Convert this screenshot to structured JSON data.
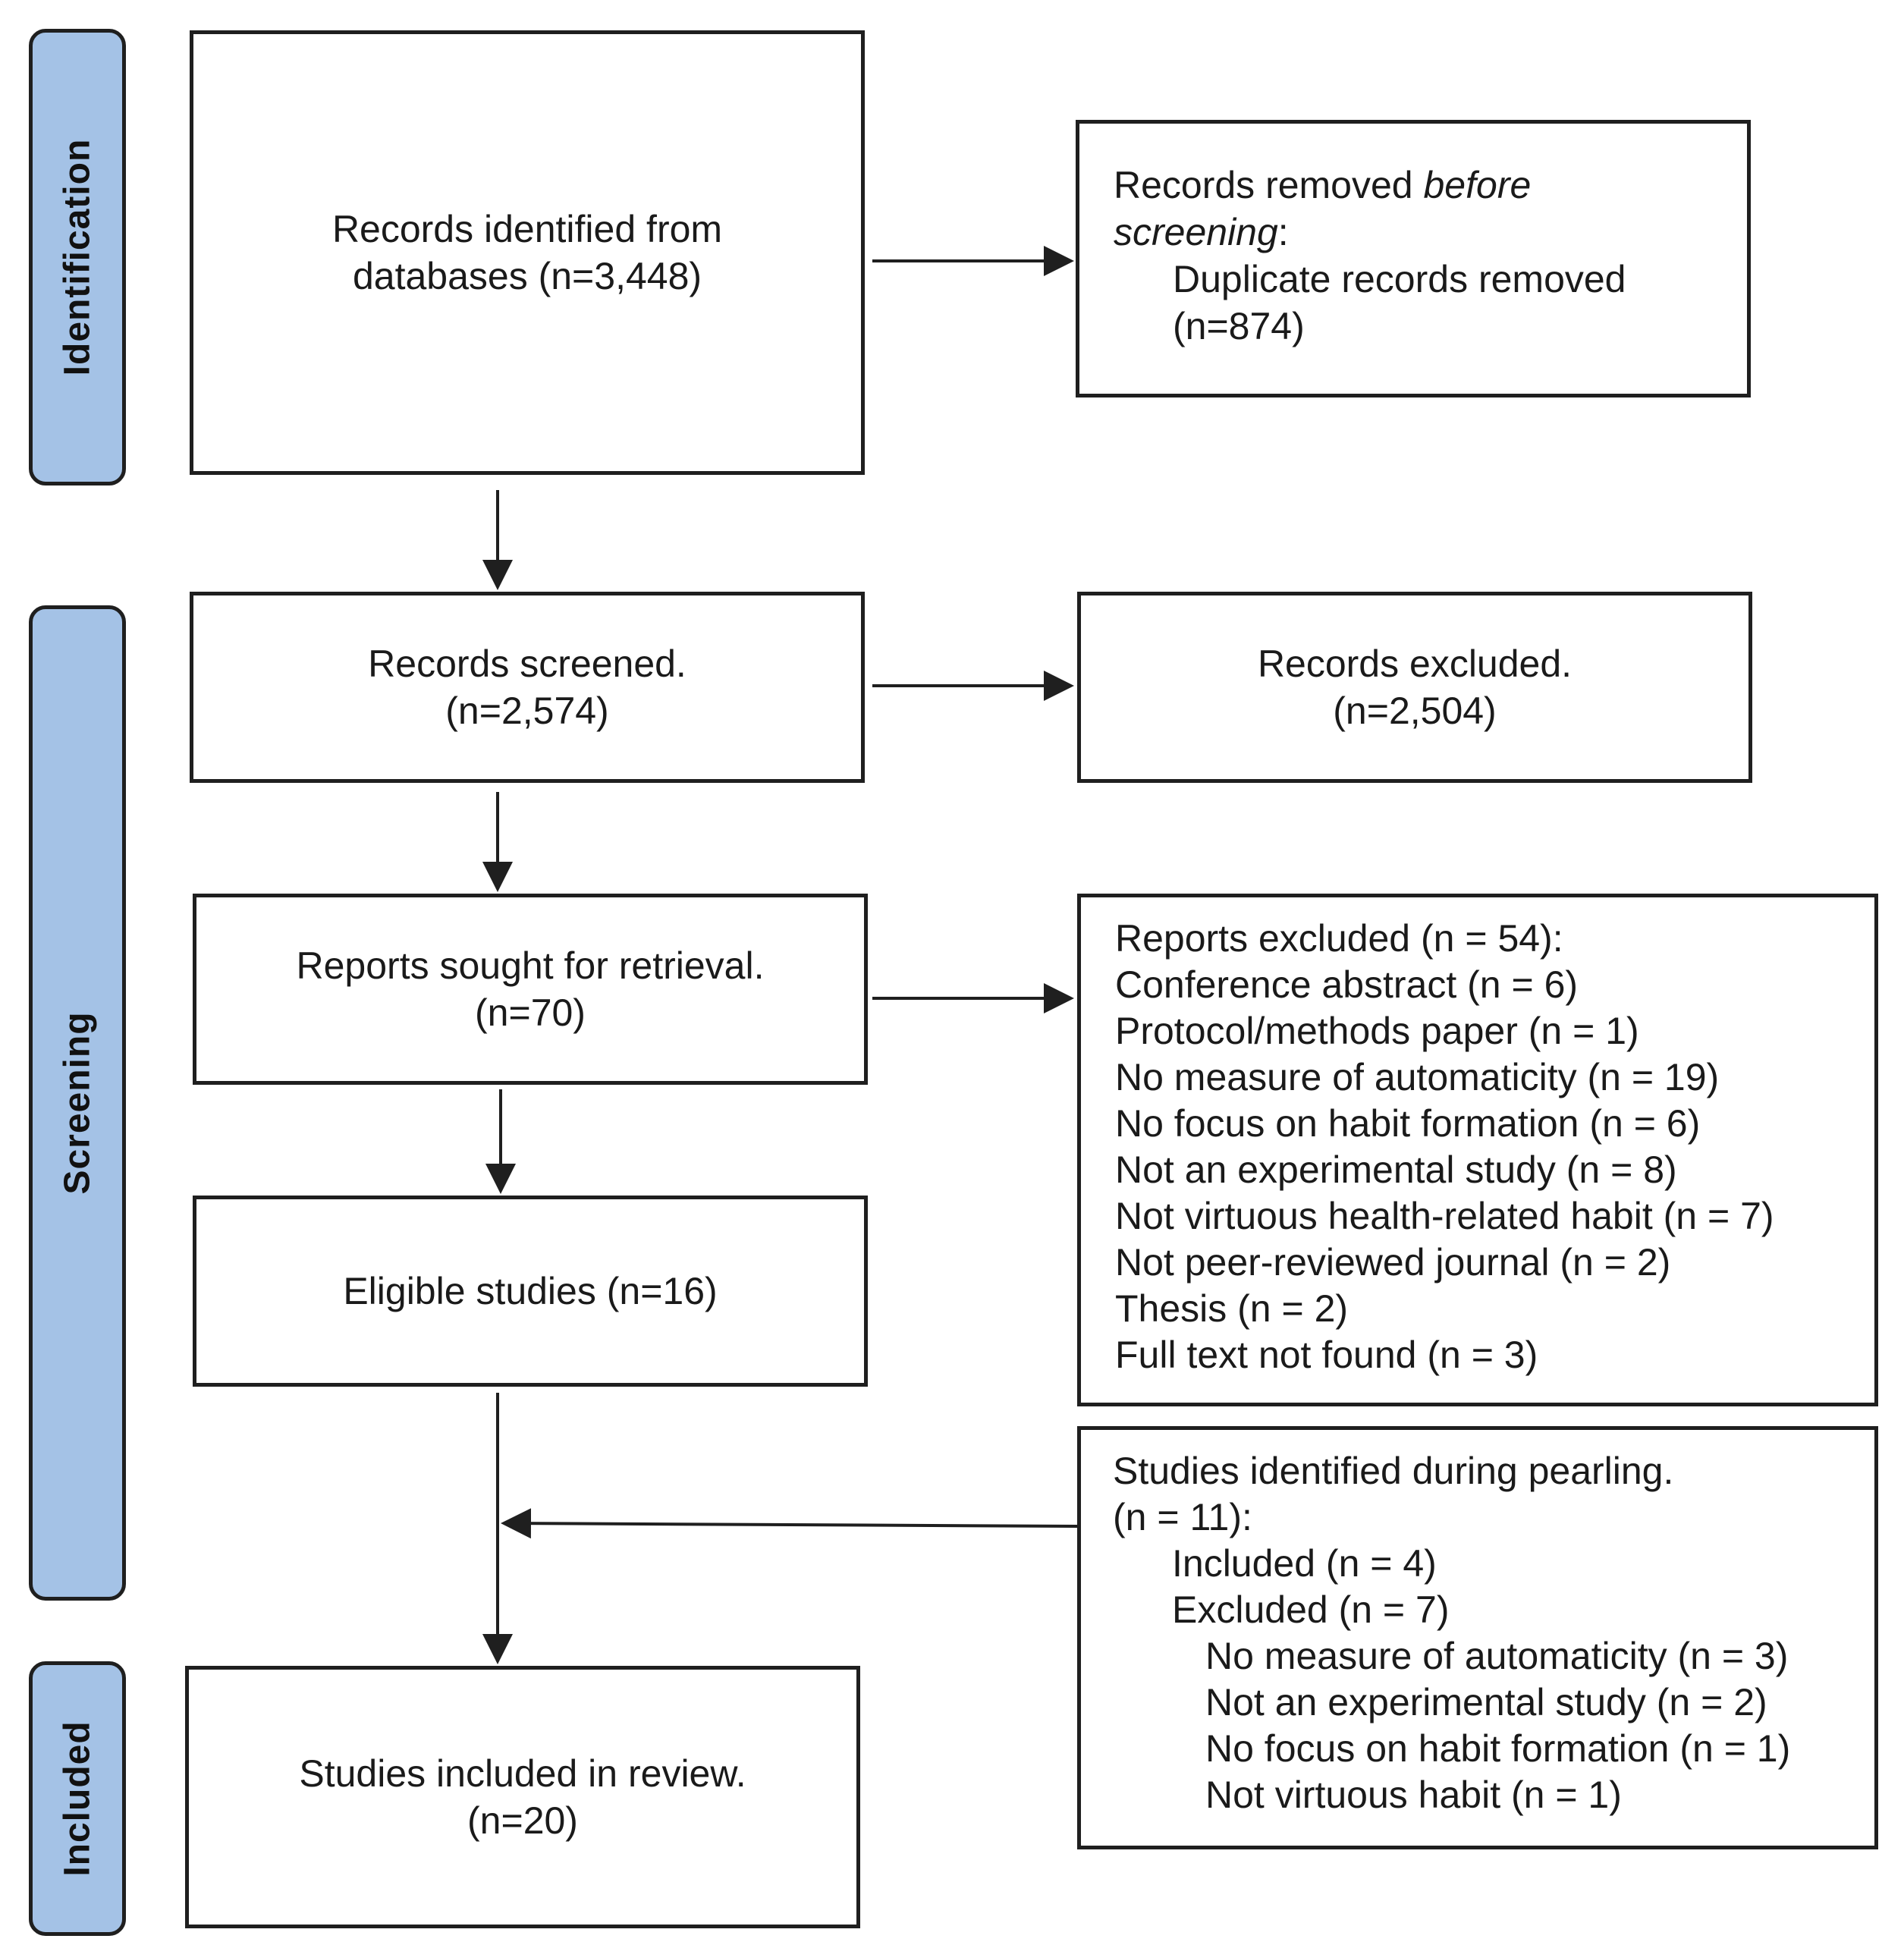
{
  "stages": {
    "identification": "Identification",
    "screening": "Screening",
    "included": "Included"
  },
  "identified": {
    "line1": "Records identified from",
    "line2": "databases (n=3,448)"
  },
  "removed": {
    "prefix": "Records removed ",
    "emph1": "before",
    "emph2": "screening",
    "colon": ":",
    "line2": "Duplicate records removed",
    "line3": "(n=874)"
  },
  "screened": {
    "line1": "Records screened.",
    "line2": "(n=2,574)"
  },
  "excluded_records": {
    "line1": "Records excluded.",
    "line2": "(n=2,504)"
  },
  "sought": {
    "line1": "Reports sought for retrieval.",
    "line2": "(n=70)"
  },
  "reports_excluded": {
    "header": "Reports excluded (n = 54):",
    "items": [
      "Conference abstract (n = 6)",
      "Protocol/methods paper (n = 1)",
      "No measure of automaticity (n = 19)",
      "No focus on habit formation (n = 6)",
      "Not an experimental study (n = 8)",
      "Not virtuous health-related habit (n = 7)",
      "Not peer-reviewed journal (n = 2)",
      "Thesis (n = 2)",
      "Full text not found (n = 3)"
    ]
  },
  "eligible": {
    "line1": "Eligible studies (n=16)"
  },
  "pearling": {
    "line1": "Studies identified during pearling.",
    "line2": "(n = 11):",
    "included": "Included (n = 4)",
    "excluded": "Excluded (n = 7)",
    "reasons": [
      "No measure of automaticity (n = 3)",
      "Not an experimental study (n = 2)",
      "No focus on habit formation (n = 1)",
      "Not virtuous habit (n = 1)"
    ]
  },
  "final": {
    "line1": "Studies included in review.",
    "line2": "(n=20)"
  },
  "colors": {
    "stage_fill": "#a4c2e6",
    "border": "#1f1f1f",
    "box_fill": "#ffffff"
  }
}
